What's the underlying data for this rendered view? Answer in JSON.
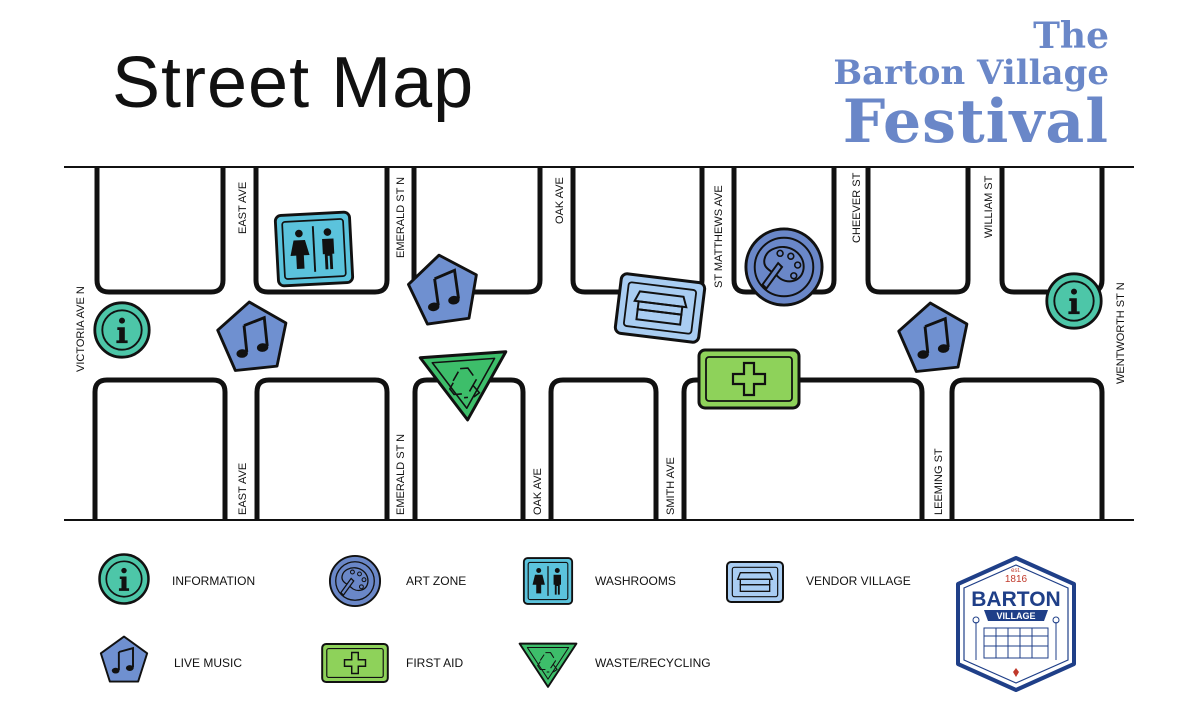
{
  "title": "Street Map",
  "logo": {
    "line1": "The",
    "line2": "Barton Village",
    "line3": "Festival"
  },
  "streets": {
    "victoria": "VICTORIA AVE N",
    "east": "EAST AVE",
    "emerald": "EMERALD ST N",
    "oak": "OAK AVE",
    "st_matthews": "ST MATTHEWS AVE",
    "smith": "SMITH AVE",
    "cheever": "CHEEVER ST",
    "william": "WILLIAM ST",
    "leeming": "LEEMING ST",
    "wentworth": "WENTWORTH ST N"
  },
  "legend": {
    "information": "INFORMATION",
    "art_zone": "ART ZONE",
    "washrooms": "WASHROOMS",
    "vendor_village": "VENDOR VILLAGE",
    "live_music": "LIVE MUSIC",
    "first_aid": "FIRST AID",
    "waste": "WASTE/RECYCLING"
  },
  "badge": {
    "est": "est.",
    "year": "1816",
    "name": "BARTON",
    "sub": "VILLAGE"
  },
  "colors": {
    "info": "#4dc6a8",
    "art": "#6a87c8",
    "washroom": "#5bc3dc",
    "vendor": "#a9cdf2",
    "music": "#6f90d0",
    "first_aid": "#8ed25a",
    "waste": "#3dbe6a",
    "logo": "#6a87c8",
    "badge": "#1f3f88"
  }
}
